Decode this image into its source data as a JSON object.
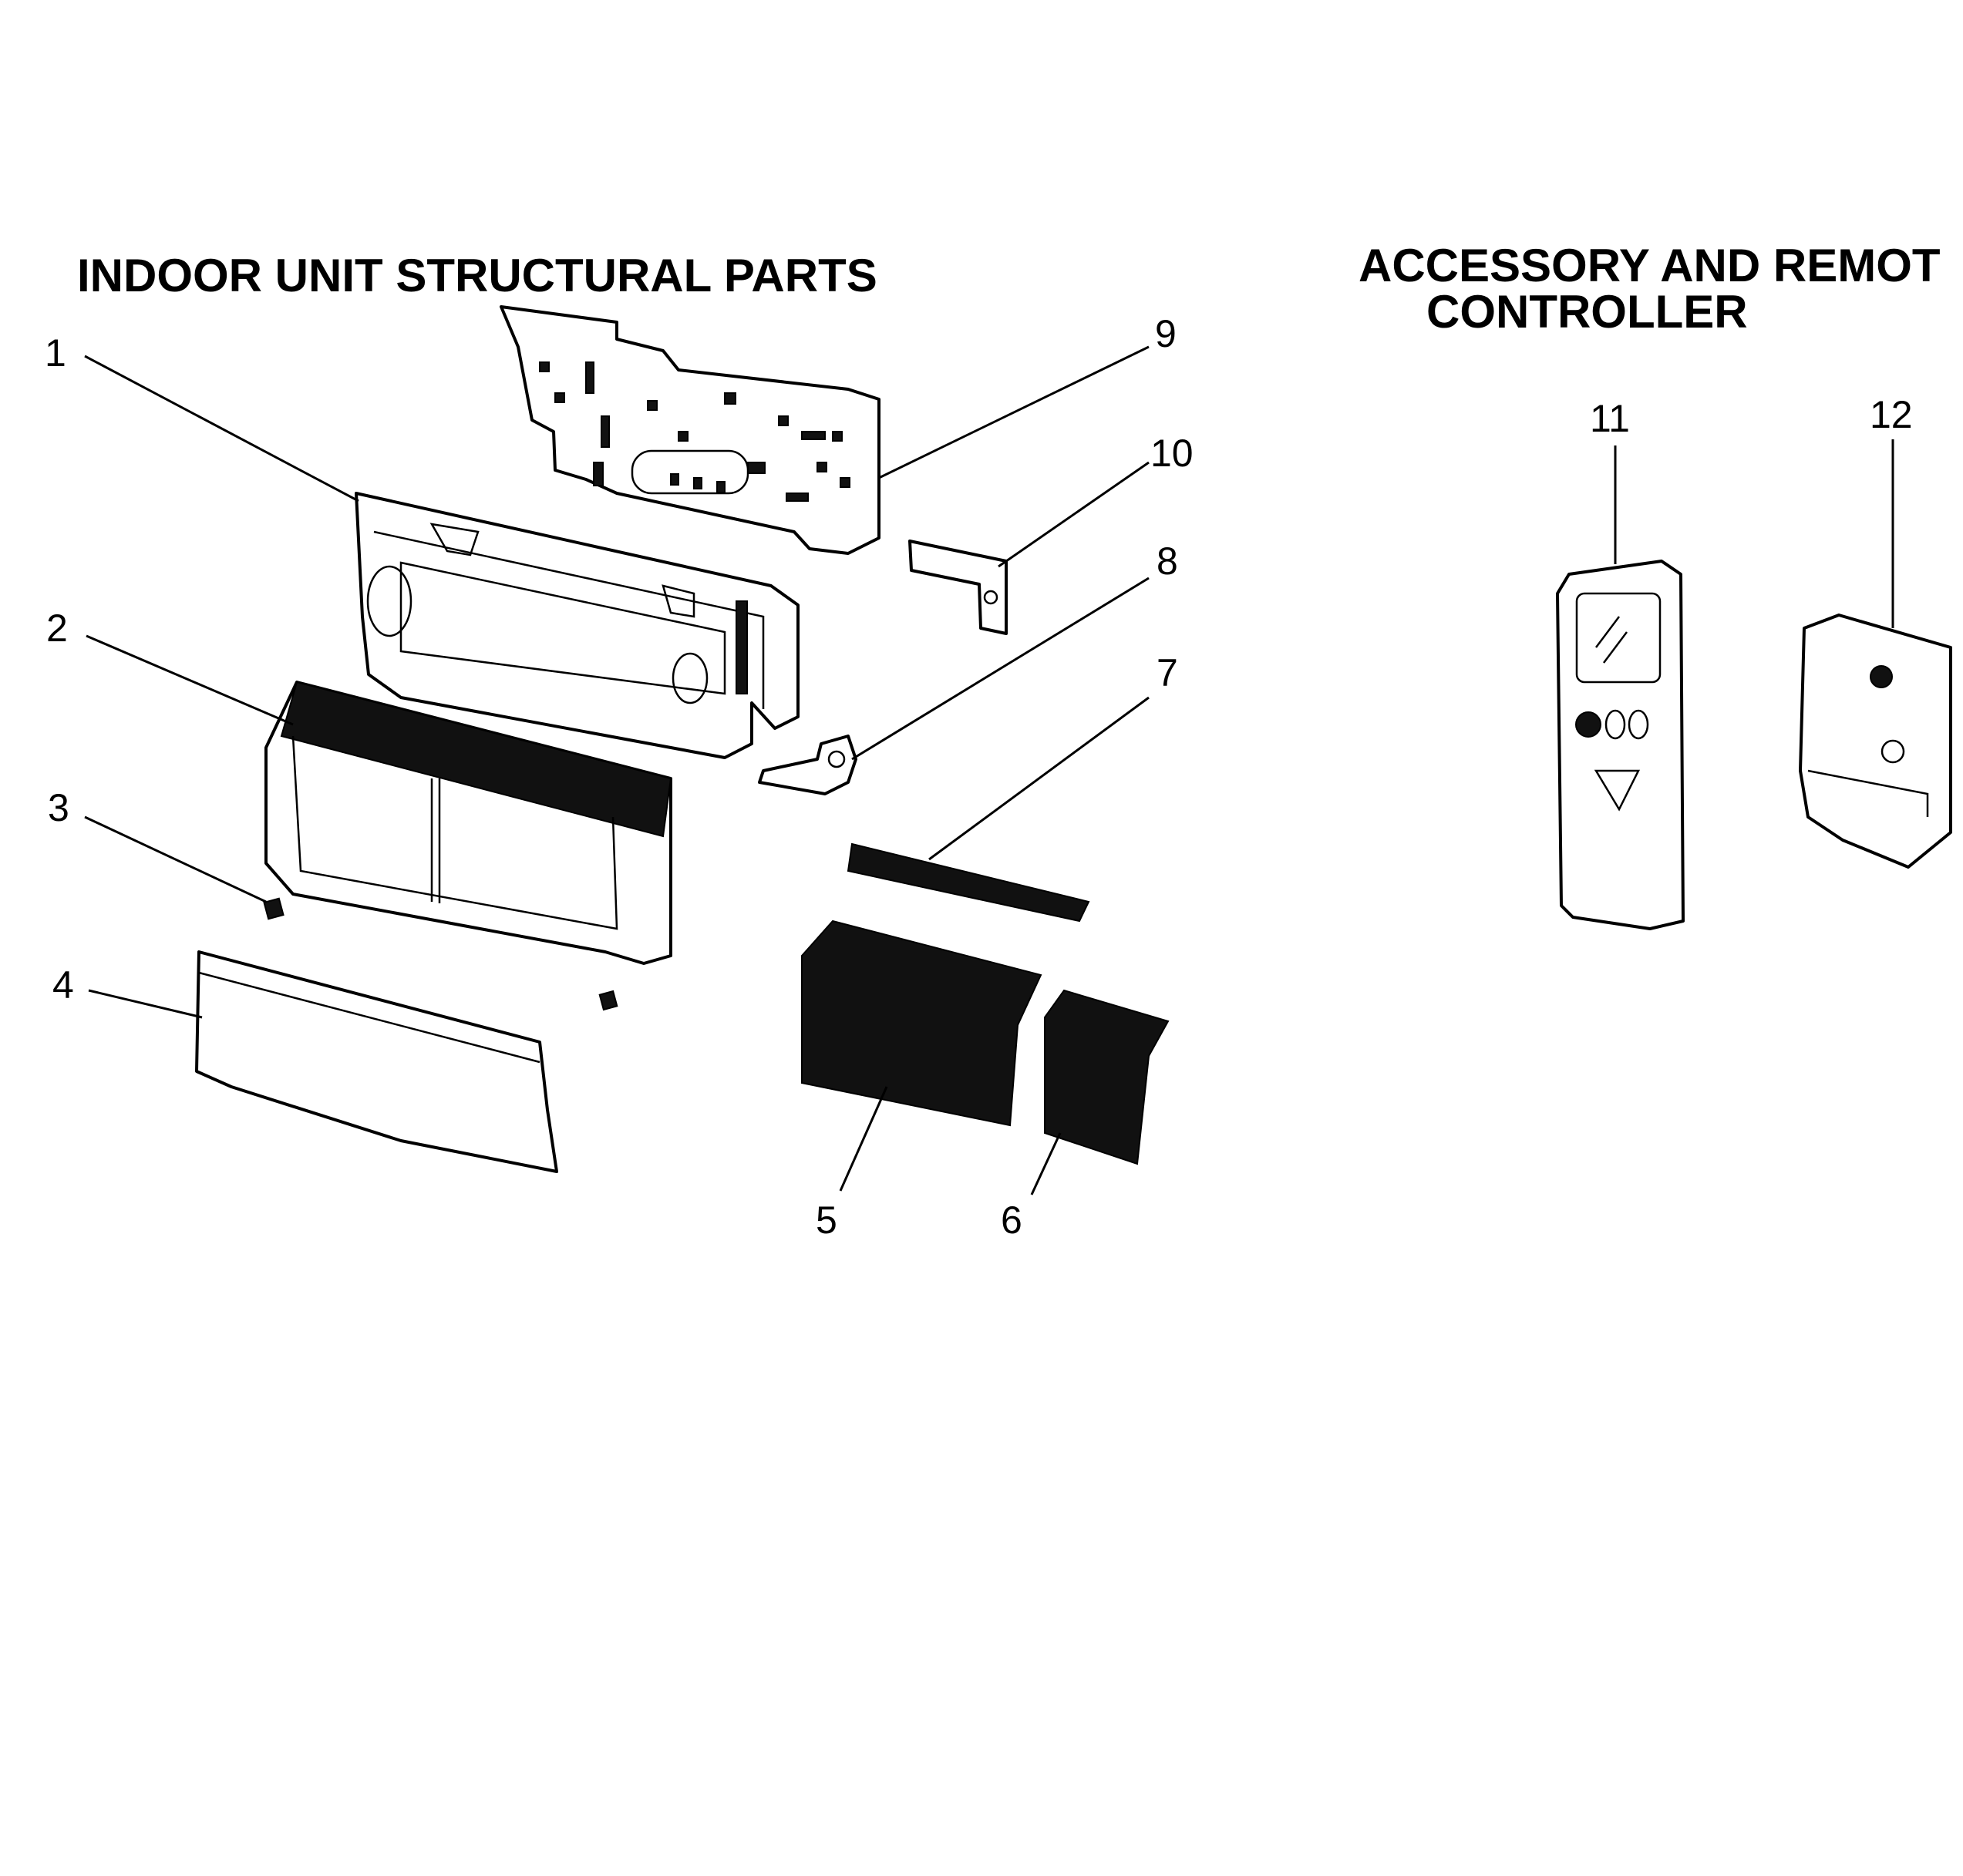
{
  "sections": {
    "indoor_title": "INDOOR UNIT STRUCTURAL PARTS",
    "accessory_title_line1": "ACCESSORY AND REMOT",
    "accessory_title_line2": "CONTROLLER"
  },
  "callouts": [
    "1",
    "2",
    "3",
    "4",
    "5",
    "6",
    "7",
    "8",
    "9",
    "10",
    "11",
    "12"
  ],
  "parts": [
    {
      "id": "1",
      "icon": "indoor-unit-chassis"
    },
    {
      "id": "2",
      "icon": "front-panel-grille"
    },
    {
      "id": "3",
      "icon": "screw-cap"
    },
    {
      "id": "4",
      "icon": "front-cover-panel"
    },
    {
      "id": "5",
      "icon": "air-filter-left"
    },
    {
      "id": "6",
      "icon": "air-filter-right"
    },
    {
      "id": "7",
      "icon": "louver-blade"
    },
    {
      "id": "8",
      "icon": "bracket"
    },
    {
      "id": "9",
      "icon": "wall-mounting-plate"
    },
    {
      "id": "10",
      "icon": "mounting-bracket"
    },
    {
      "id": "11",
      "icon": "remote-controller"
    },
    {
      "id": "12",
      "icon": "remote-holder"
    }
  ]
}
